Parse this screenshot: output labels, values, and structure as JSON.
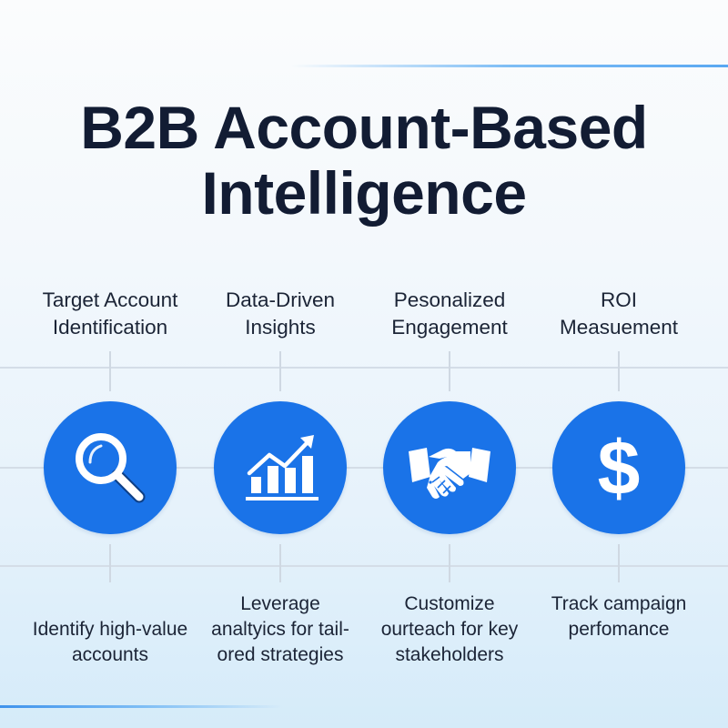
{
  "title": {
    "line1": "B2B Account-Based",
    "line2": "Intelligence"
  },
  "colors": {
    "accent": "#1a73e8",
    "title_text": "#121c33",
    "body_text": "#1b2436",
    "grid_line": "#d4dde7"
  },
  "columns": [
    {
      "label_line1": "Target Account",
      "label_line2": "Identification",
      "icon": "magnifying-glass-icon",
      "desc_line1": "",
      "desc_line2": "Identify high-value",
      "desc_line3": "accounts"
    },
    {
      "label_line1": "Data-Driven",
      "label_line2": "Insights",
      "icon": "bar-chart-trend-icon",
      "desc_line1": "Leverage",
      "desc_line2": "analtyics for tail-",
      "desc_line3": "ored strategies"
    },
    {
      "label_line1": "Pesonalized",
      "label_line2": "Engagement",
      "icon": "handshake-icon",
      "desc_line1": "Customize",
      "desc_line2": "ourteach for key",
      "desc_line3": "stakeholders"
    },
    {
      "label_line1": "ROI",
      "label_line2": "Measuement",
      "icon": "dollar-sign-icon",
      "icon_glyph": "$",
      "desc_line1": "Track campaign",
      "desc_line2": "perfomance",
      "desc_line3": ""
    }
  ]
}
